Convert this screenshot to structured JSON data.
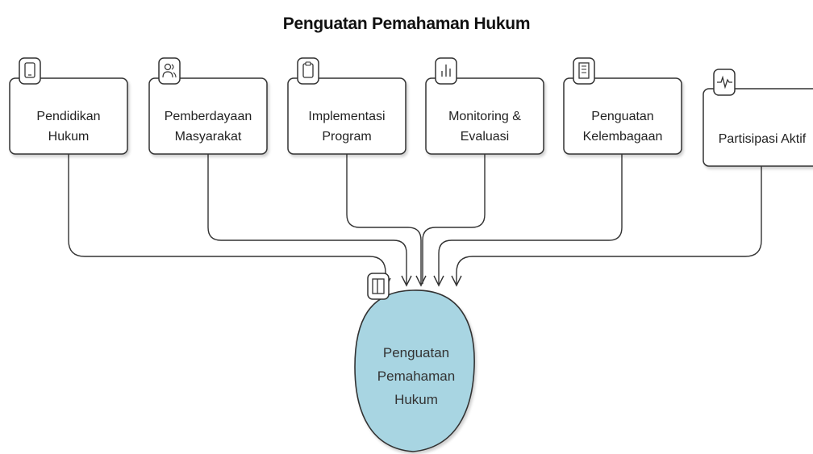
{
  "title": "Penguatan Pemahaman Hukum",
  "nodes": [
    {
      "id": "pendidikan",
      "lines": [
        "Pendidikan",
        "Hukum"
      ],
      "icon": "tablet-icon"
    },
    {
      "id": "pemberdayaan",
      "lines": [
        "Pemberdayaan",
        "Masyarakat"
      ],
      "icon": "users-icon"
    },
    {
      "id": "implementasi",
      "lines": [
        "Implementasi",
        "Program"
      ],
      "icon": "clipboard-icon"
    },
    {
      "id": "monitoring",
      "lines": [
        "Monitoring &",
        "Evaluasi"
      ],
      "icon": "bar-chart-icon"
    },
    {
      "id": "penguatan-kelembagaan",
      "lines": [
        "Penguatan",
        "Kelembagaan"
      ],
      "icon": "building-icon"
    },
    {
      "id": "partisipasi",
      "lines": [
        "Partisipasi Aktif"
      ],
      "icon": "activity-icon"
    }
  ],
  "center": {
    "lines": [
      "Penguatan",
      "Pemahaman",
      "Hukum"
    ],
    "icon": "book-icon"
  },
  "colors": {
    "center_fill": "#a8d5e2",
    "stroke": "#333333",
    "box_fill": "#ffffff"
  }
}
